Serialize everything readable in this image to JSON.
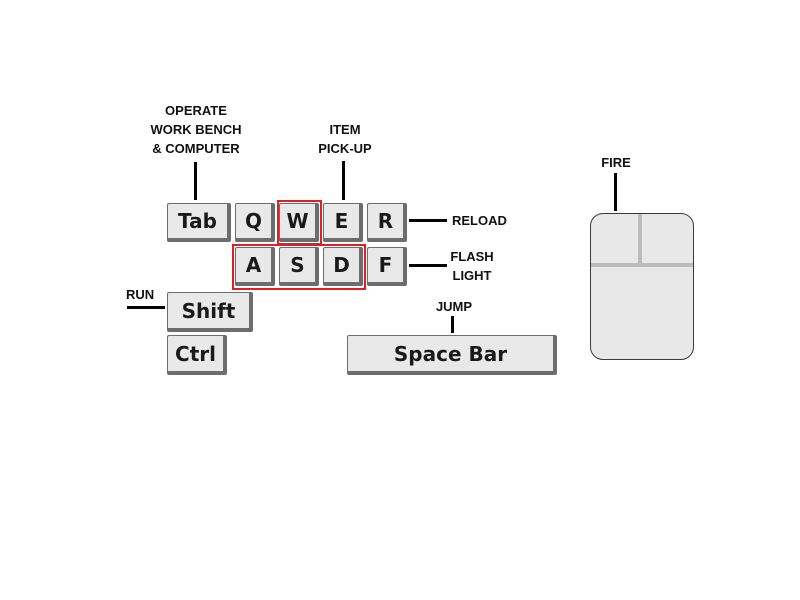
{
  "labels": {
    "operate": [
      "OPERATE",
      "WORK BENCH",
      "& COMPUTER"
    ],
    "item_pickup": [
      "ITEM",
      "PICK-UP"
    ],
    "reload": "RELOAD",
    "flashlight": [
      "FLASH",
      "LIGHT"
    ],
    "run": "RUN",
    "jump": "JUMP",
    "fire": "FIRE"
  },
  "keys": {
    "tab": "Tab",
    "q": "Q",
    "w": "W",
    "e": "E",
    "r": "R",
    "a": "A",
    "s": "S",
    "d": "D",
    "f": "F",
    "shift": "Shift",
    "ctrl": "Ctrl",
    "space": "Space Bar"
  },
  "colors": {
    "highlight": "#e51c23",
    "key_face": "#e9e9e9",
    "key_shadow": "#6d6d6d",
    "mouse_body": "#e8e8e8"
  },
  "mouse": {
    "icon": "mouse-icon"
  }
}
